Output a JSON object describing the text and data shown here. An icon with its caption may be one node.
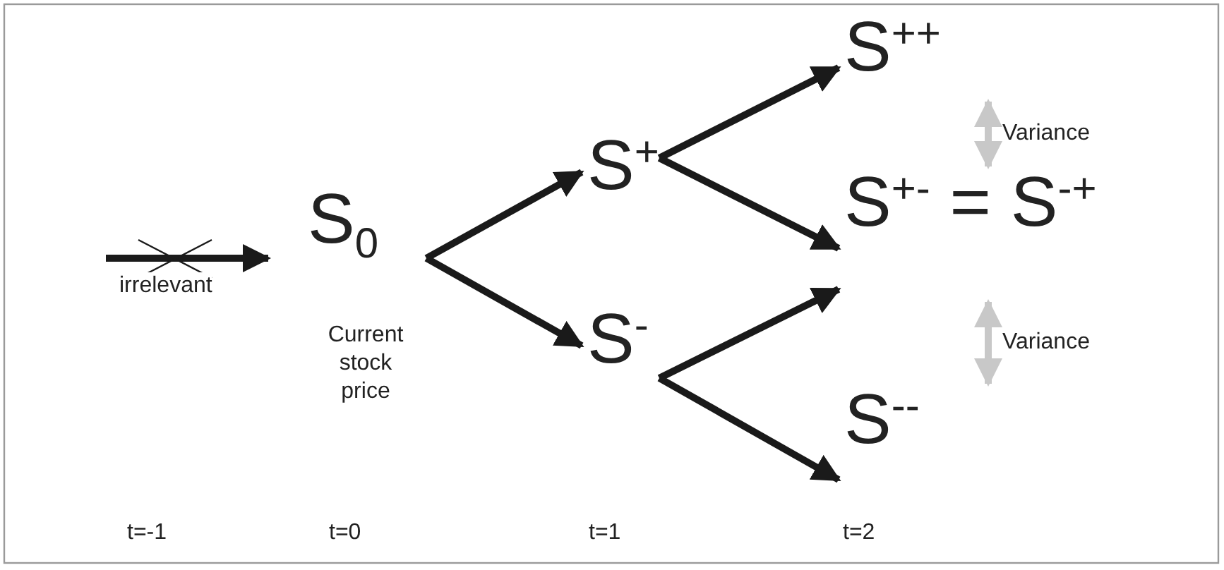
{
  "diagram": {
    "nodes": [
      {
        "text": [
          "S$_{0}$"
        ],
        "beside": [
          "Current stock price"
        ]
      },
      {
        "text": [
          "S$^{+}$"
        ]
      },
      {
        "text": [
          "S$^{-}$"
        ]
      },
      {
        "text": [
          "S$^{++}$"
        ]
      },
      {
        "text": [
          "S$^{+-}$ = S$^{-+}$"
        ]
      },
      {
        "text": [
          "S$^{--}$"
        ]
      }
    ],
    "edges": [
      {
        "from": null,
        "to": 0,
        "arrow": "to",
        "label": "irrelevant"
      },
      {
        "from": 0,
        "to": 1,
        "arrow": "to"
      },
      {
        "from": 0,
        "to": 2,
        "arrow": "to"
      },
      {
        "from": 1,
        "to": 3,
        "arrow": "to"
      },
      {
        "from": 1,
        "to": 4,
        "arrow": "to"
      },
      {
        "from": 2,
        "to": 4,
        "arrow": "to"
      },
      {
        "from": 2,
        "to": 5,
        "arrow": "to"
      },
      {
        "from": 3,
        "to": 4,
        "arrow": "both",
        "label": "Variance",
        "color": "#c8c8c8"
      },
      {
        "from": 4,
        "to": 5,
        "arrow": "both",
        "label": "Variance",
        "color": "#c8c8c8"
      }
    ],
    "labels": [
      "t=-1",
      "t=0",
      "t=1",
      "t=2"
    ]
  }
}
